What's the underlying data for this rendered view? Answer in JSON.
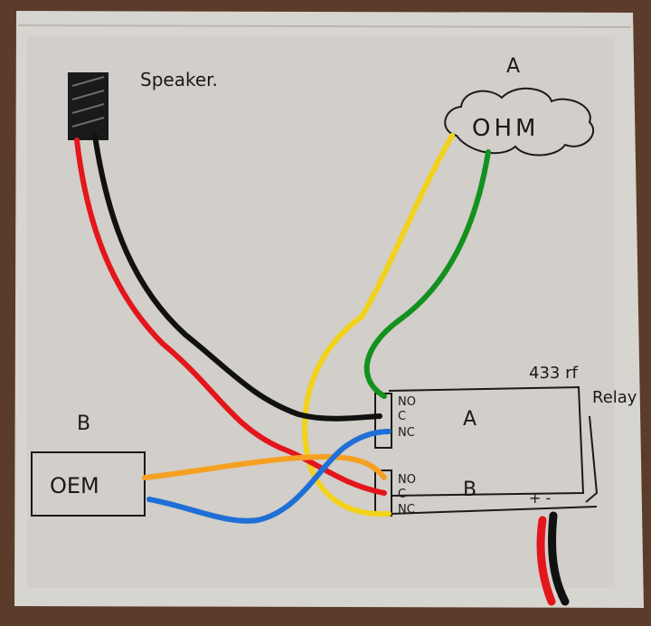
{
  "labels": {
    "speaker": "Speaker.",
    "ohm_a_letter": "A",
    "ohm_box": "OHM",
    "oem_b_letter": "B",
    "oem_box": "OEM",
    "relay_title_line1": "433 rf",
    "relay_title_line2": "Relay",
    "relay_a": "A",
    "relay_b": "B",
    "relay_polarity": "+ -",
    "term_a_no": "NO",
    "term_a_c": "C",
    "term_a_nc": "NC",
    "term_b_no": "NO",
    "term_b_c": "C",
    "term_b_nc": "NC"
  },
  "wire_colors": {
    "red": "#e3161b",
    "black": "#111111",
    "yellow": "#f2d21b",
    "green": "#13911f",
    "orange": "#f6a021",
    "blue": "#1f6fd6"
  }
}
